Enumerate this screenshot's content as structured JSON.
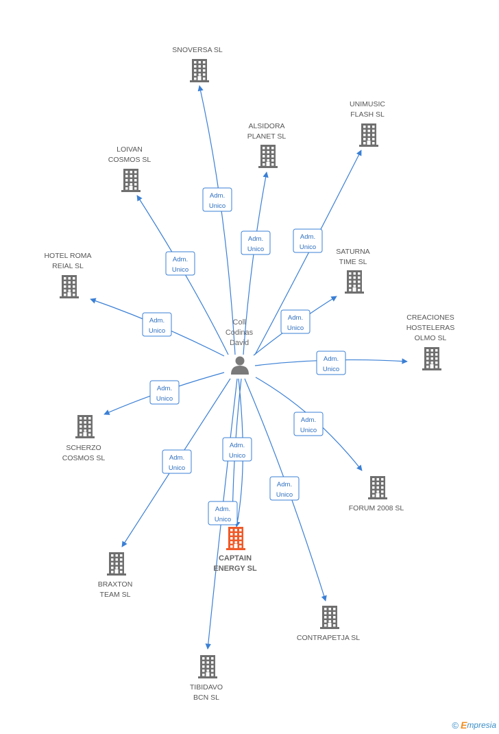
{
  "center": {
    "label_lines": [
      "Coll",
      "Codinas",
      "David"
    ],
    "icon": "person-icon"
  },
  "edges": [
    {
      "target": "snoversa",
      "label_lines": [
        "Adm.",
        "Unico"
      ]
    },
    {
      "target": "alsidora",
      "label_lines": [
        "Adm.",
        "Unico"
      ]
    },
    {
      "target": "unimusic",
      "label_lines": [
        "Adm.",
        "Unico"
      ]
    },
    {
      "target": "loivan",
      "label_lines": [
        "Adm.",
        "Unico"
      ]
    },
    {
      "target": "hotel_roma",
      "label_lines": [
        "Adm.",
        "Unico"
      ]
    },
    {
      "target": "saturna",
      "label_lines": [
        "Adm.",
        "Unico"
      ]
    },
    {
      "target": "creaciones",
      "label_lines": [
        "Adm.",
        "Unico"
      ]
    },
    {
      "target": "scherzo",
      "label_lines": [
        "Adm.",
        "Unico"
      ]
    },
    {
      "target": "forum",
      "label_lines": [
        "Adm.",
        "Unico"
      ]
    },
    {
      "target": "braxton",
      "label_lines": [
        "Adm.",
        "Unico"
      ]
    },
    {
      "target": "captain",
      "label_lines": [
        "Adm.",
        "Unico"
      ]
    },
    {
      "target": "tibidavo",
      "label_lines": [
        "Adm.",
        "Unico"
      ]
    },
    {
      "target": "contrapetja",
      "label_lines": [
        "Adm.",
        "Unico"
      ]
    }
  ],
  "companies": {
    "snoversa": {
      "label_lines": [
        "SNOVERSA SL"
      ]
    },
    "alsidora": {
      "label_lines": [
        "ALSIDORA",
        "PLANET SL"
      ]
    },
    "unimusic": {
      "label_lines": [
        "UNIMUSIC",
        "FLASH  SL"
      ]
    },
    "loivan": {
      "label_lines": [
        "LOIVAN",
        "COSMOS SL"
      ]
    },
    "hotel_roma": {
      "label_lines": [
        "HOTEL ROMA",
        "REIAL SL"
      ]
    },
    "saturna": {
      "label_lines": [
        "SATURNA",
        "TIME SL"
      ]
    },
    "creaciones": {
      "label_lines": [
        "CREACIONES",
        "HOSTELERAS",
        "OLMO SL"
      ]
    },
    "scherzo": {
      "label_lines": [
        "SCHERZO",
        "COSMOS SL"
      ]
    },
    "forum": {
      "label_lines": [
        "FORUM 2008  SL"
      ]
    },
    "braxton": {
      "label_lines": [
        "BRAXTON",
        "TEAM SL"
      ]
    },
    "captain": {
      "label_lines": [
        "CAPTAIN",
        "ENERGY SL"
      ],
      "focus": true
    },
    "tibidavo": {
      "label_lines": [
        "TIBIDAVO",
        "BCN SL"
      ]
    },
    "contrapetja": {
      "label_lines": [
        "CONTRAPETJA SL"
      ]
    }
  },
  "colors": {
    "edge": "#3a7fd5",
    "building": "#6f6f6f",
    "focus_building": "#f05a28",
    "person": "#7a7a7a"
  },
  "footer": {
    "copyright_symbol": "©",
    "brand_initial": "E",
    "brand_rest": "mpresia"
  }
}
